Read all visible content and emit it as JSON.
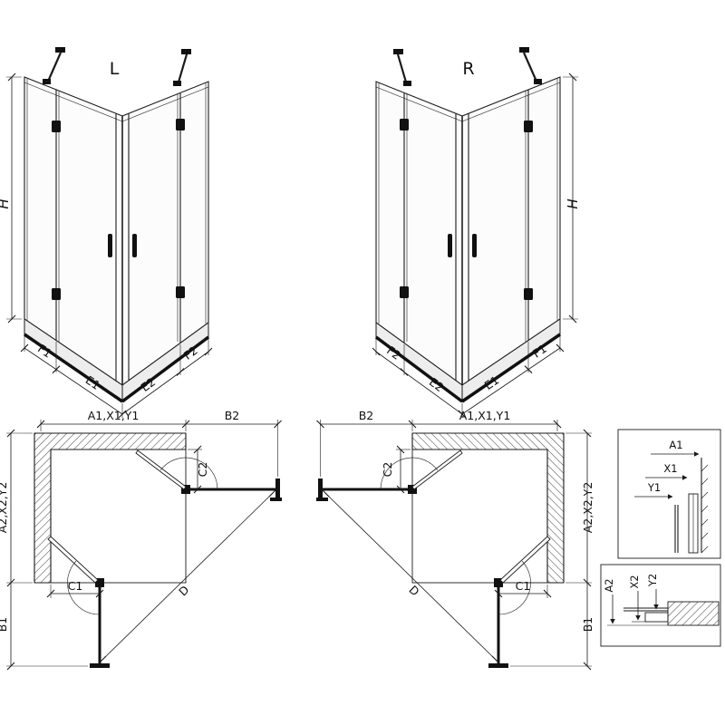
{
  "diagram": {
    "background": "#ffffff",
    "ink": "#1a1a1a",
    "description_labels_only": true
  },
  "front_left": {
    "variant": "L",
    "height": "H",
    "f1": "F1",
    "e1": "E1",
    "e2": "E2",
    "f2": "F2"
  },
  "front_right": {
    "variant": "R",
    "height": "H",
    "f1": "F1",
    "e1": "E1",
    "e2": "E2",
    "f2": "F2"
  },
  "plan_left": {
    "a1": "A1,X1,Y1",
    "b2": "B2",
    "a2": "A2,X2,Y2",
    "b1": "B1",
    "c1": "C1",
    "c2": "C2",
    "d": "D"
  },
  "plan_right": {
    "a1": "A1,X1,Y1",
    "b2": "B2",
    "a2": "A2,X2,Y2",
    "b1": "B1",
    "c1": "C1",
    "c2": "C2",
    "d": "D"
  },
  "detail_top": {
    "a1": "A1",
    "x1": "X1",
    "y1": "Y1"
  },
  "detail_bottom": {
    "a2": "A2",
    "x2": "X2",
    "y2": "Y2"
  }
}
